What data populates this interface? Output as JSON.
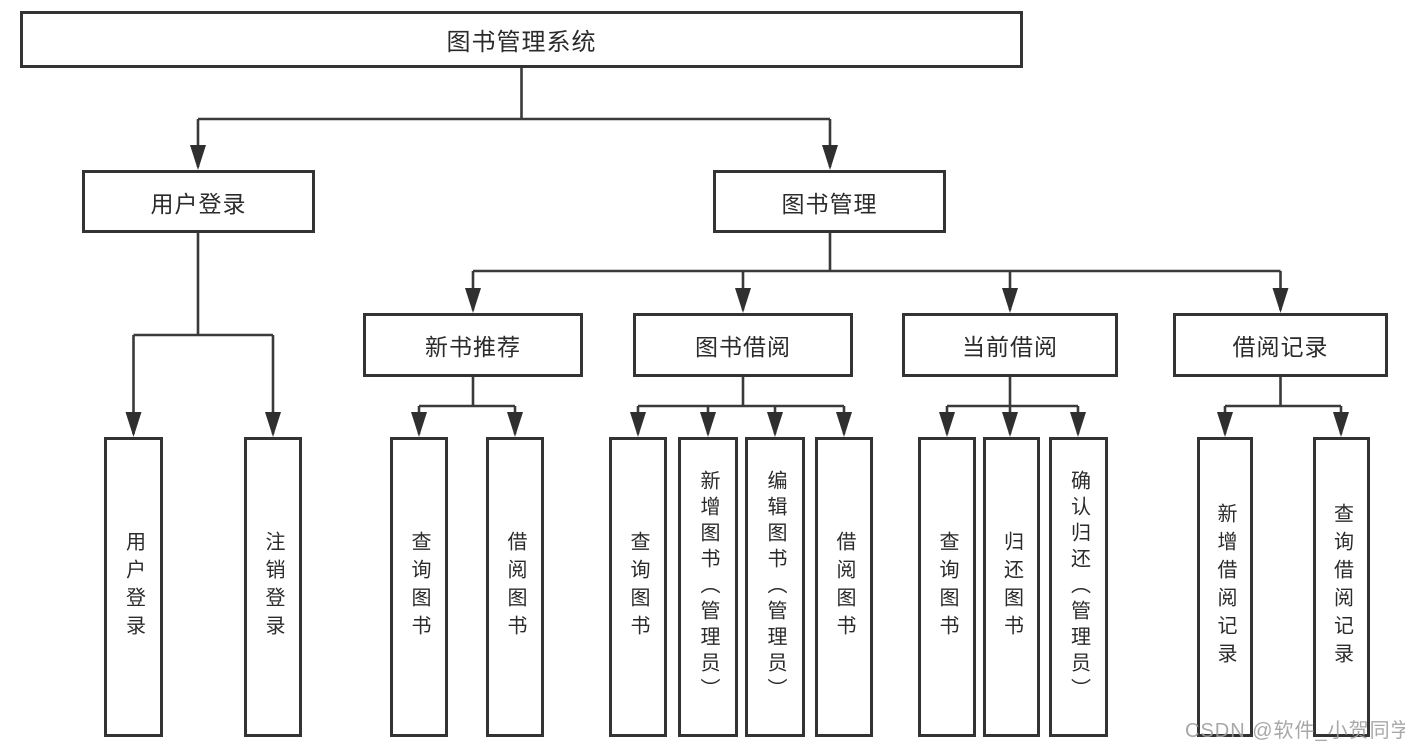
{
  "diagram_title": "图书管理系统",
  "tree": {
    "label": "图书管理系统",
    "children": [
      {
        "label": "用户登录",
        "children": [
          {
            "label": "用户登录"
          },
          {
            "label": "注销登录"
          }
        ]
      },
      {
        "label": "图书管理",
        "children": [
          {
            "label": "新书推荐",
            "children": [
              {
                "label": "查询图书"
              },
              {
                "label": "借阅图书"
              }
            ]
          },
          {
            "label": "图书借阅",
            "children": [
              {
                "label": "查询图书"
              },
              {
                "label": "新增图书（管理员）"
              },
              {
                "label": "编辑图书（管理员）"
              },
              {
                "label": "借阅图书"
              }
            ]
          },
          {
            "label": "当前借阅",
            "children": [
              {
                "label": "查询图书"
              },
              {
                "label": "归还图书"
              },
              {
                "label": "确认归还（管理员）"
              }
            ]
          },
          {
            "label": "借阅记录",
            "children": [
              {
                "label": "新增借阅记录"
              },
              {
                "label": "查询借阅记录"
              }
            ]
          }
        ]
      }
    ]
  },
  "watermark": "CSDN @软件_小贺同学",
  "colors": {
    "line": "#3a3a3a",
    "border": "#333333",
    "text": "#2b2b2b",
    "watermark": "#9e9e9e",
    "background": "#ffffff"
  }
}
